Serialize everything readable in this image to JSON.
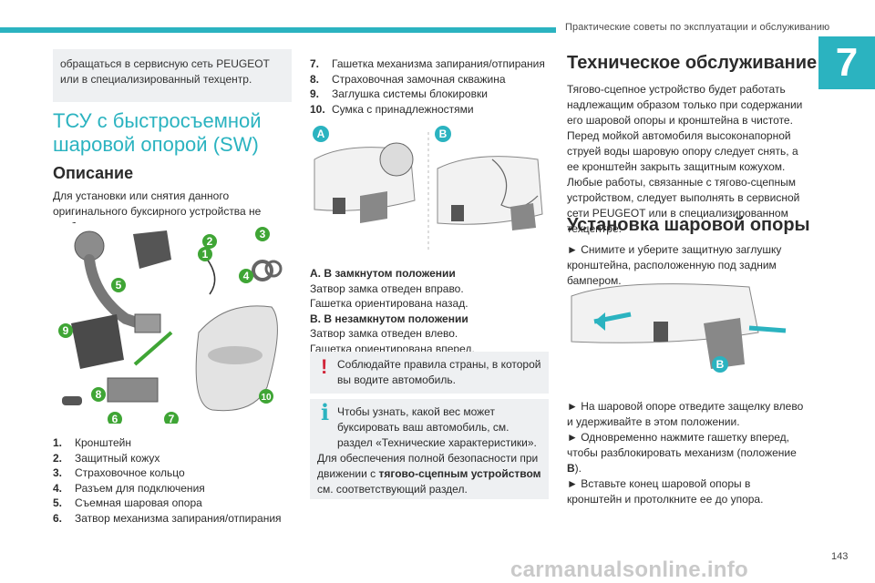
{
  "header": {
    "section": "Практические советы по эксплуатации и обслуживанию",
    "chapter": "7",
    "page_number": "143"
  },
  "left_column": {
    "intro_text": "обращаться в сервисную сеть PEUGEOT или в специализированный техцентр.",
    "section_title": "ТСУ с быстросъемной шаровой опорой (SW)",
    "description_heading": "Описание",
    "description_text": "Для установки или снятия данного оригинального буксирного устройства не требуются инструменты.",
    "figure_callouts": [
      "1",
      "2",
      "3",
      "4",
      "5",
      "6",
      "7",
      "8",
      "9",
      "10"
    ],
    "parts": [
      {
        "num": "1.",
        "label": "Кронштейн"
      },
      {
        "num": "2.",
        "label": "Защитный кожух"
      },
      {
        "num": "3.",
        "label": "Страховочное кольцо"
      },
      {
        "num": "4.",
        "label": "Разъем для подключения"
      },
      {
        "num": "5.",
        "label": "Съемная шаровая опора"
      },
      {
        "num": "6.",
        "label": "Затвор механизма запирания/отпирания"
      }
    ]
  },
  "middle_column": {
    "parts": [
      {
        "num": "7.",
        "label": "Гашетка механизма запирания/отпирания"
      },
      {
        "num": "8.",
        "label": "Страховочная замочная скважина"
      },
      {
        "num": "9.",
        "label": "Заглушка системы блокировки"
      },
      {
        "num": "10.",
        "label": "Сумка с принадлежностями"
      }
    ],
    "figure_labels": [
      "A",
      "B"
    ],
    "state_a_title": "A. В замкнутом положении",
    "state_a_line1": "Затвор замка отведен вправо.",
    "state_a_line2": "Гашетка ориентирована назад.",
    "state_b_title": "B. В незамкнутом положении",
    "state_b_line1": "Затвор замка отведен влево.",
    "state_b_line2": "Гашетка ориентирована вперед.",
    "warning_text": "Соблюдайте правила страны, в которой вы водите автомобиль.",
    "info_line1": "Чтобы узнать, какой вес может буксировать ваш автомобиль, см. раздел «Технические характеристики».",
    "info_line2_before": "Для обеспечения полной безопасности при движении с ",
    "info_line2_bold": "тягово-сцепным устройством",
    "info_line2_after": " см. соответствующий раздел."
  },
  "right_column": {
    "tech_heading": "Техническое обслуживание",
    "tech_p1": "Тягово-сцепное устройство будет работать надлежащим образом только при содержании его шаровой опоры и кронштейна в чистоте.",
    "tech_p2": "Перед мойкой автомобиля высоконапорной струей воды шаровую опору следует снять, а ее кронштейн закрыть защитным кожухом.",
    "tech_p3": "Любые работы, связанные с тягово-сцепным устройством, следует выполнять в сервисной сети PEUGEOT или в специализированном техцентре.",
    "install_heading": "Установка шаровой опоры",
    "step1": "► Снимите и уберите защитную заглушку кронштейна, расположенную под задним бампером.",
    "figure_label": "B",
    "step2": "► На шаровой опоре отведите защелку влево и удерживайте в этом положении.",
    "step3_before": "► Одновременно нажмите гашетку вперед, чтобы разблокировать механизм (положение ",
    "step3_bold": "B",
    "step3_after": ").",
    "step4": "► Вставьте конец шаровой опоры в кронштейн и протолкните ее до упора."
  },
  "footer": {
    "watermark": "carmanualsonline.info"
  }
}
